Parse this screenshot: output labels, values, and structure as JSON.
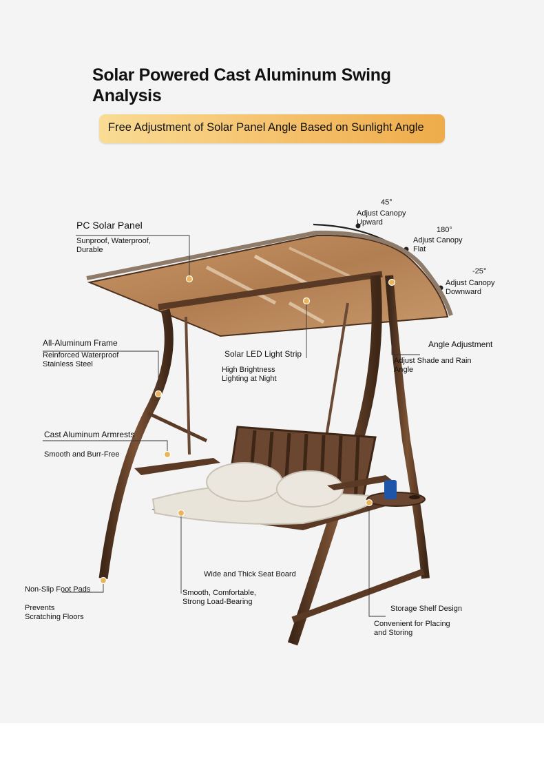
{
  "title": "Solar Powered Cast Aluminum Swing Analysis",
  "banner": "Free Adjustment of Solar Panel Angle Based on Sunlight Angle",
  "angles": [
    {
      "deg": "45°",
      "desc": "Adjust Canopy\nUpward"
    },
    {
      "deg": "180°",
      "desc": "Adjust Canopy\nFlat"
    },
    {
      "deg": "-25°",
      "desc": "Adjust Canopy\nDownward"
    }
  ],
  "features": {
    "pc_panel": {
      "title": "PC Solar Panel",
      "desc": "Sunproof, Waterproof,\nDurable"
    },
    "frame": {
      "title": "All-Aluminum Frame",
      "desc": "Reinforced Waterproof\nStainless Steel"
    },
    "led": {
      "title": "Solar LED Light Strip",
      "desc": "High Brightness\nLighting at Night"
    },
    "angle": {
      "title": "Angle Adjustment",
      "desc": "Adjust Shade and Rain\nAngle"
    },
    "armrests": {
      "title": "Cast Aluminum Armrests",
      "desc": "Smooth and Burr-Free"
    },
    "seat": {
      "title": "Wide and Thick Seat Board",
      "desc": "Smooth, Comfortable,\nStrong Load-Bearing"
    },
    "pads": {
      "title": "Non-Slip Foot Pads",
      "desc": "Prevents\nScratching Floors"
    },
    "shelf": {
      "title": "Storage Shelf Design",
      "desc": "Convenient for Placing\nand Storing"
    }
  },
  "colors": {
    "background": "#f4f4f4",
    "banner": "#f5c06a",
    "frame": "#5a3a25",
    "panel": "#b9875a",
    "cushion": "#e9e4da",
    "marker": "#e9b45a"
  }
}
